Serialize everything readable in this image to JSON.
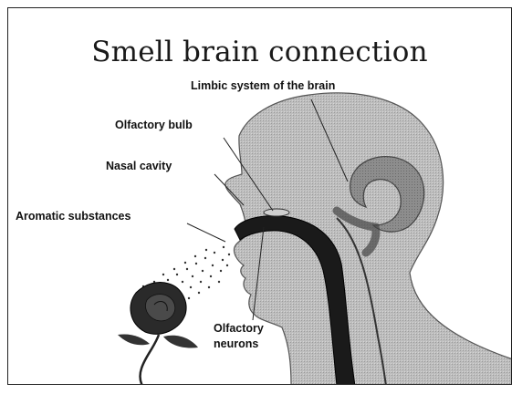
{
  "title": "Smell brain connection",
  "labels": {
    "limbic": "Limbic system of the brain",
    "bulb": "Olfactory bulb",
    "nasal": "Nasal cavity",
    "aromatic": "Aromatic substances",
    "neurons_line1": "Olfactory",
    "neurons_line2": "neurons"
  }
}
